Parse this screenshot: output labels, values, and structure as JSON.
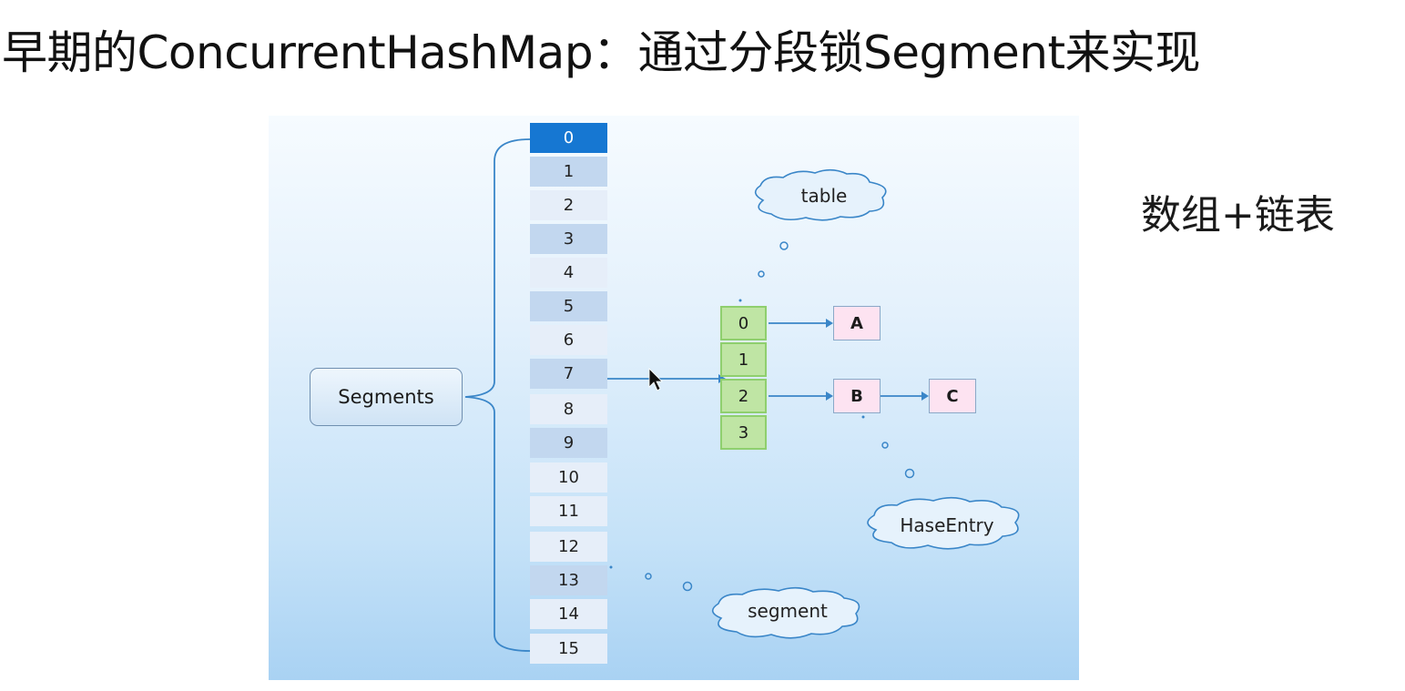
{
  "title": "早期的ConcurrentHashMap：通过分段锁Segment来实现",
  "side_note": "数组+链表",
  "diagram": {
    "segments_label": "Segments",
    "segment_indices": [
      "0",
      "1",
      "2",
      "3",
      "4",
      "5",
      "6",
      "7",
      "8",
      "9",
      "10",
      "11",
      "12",
      "13",
      "14",
      "15"
    ],
    "selected_segment": "0",
    "table_indices": [
      "0",
      "1",
      "2",
      "3"
    ],
    "entry_a": "A",
    "entry_b": "B",
    "entry_c": "C",
    "cloud_table": "table",
    "cloud_hashentry": "HaseEntry",
    "cloud_segment": "segment",
    "colors": {
      "selected_cell": "#1677d2",
      "table_cell": "#bfe5a4",
      "entry_fill": "#fde3f1",
      "connector": "#3a86c8"
    }
  }
}
